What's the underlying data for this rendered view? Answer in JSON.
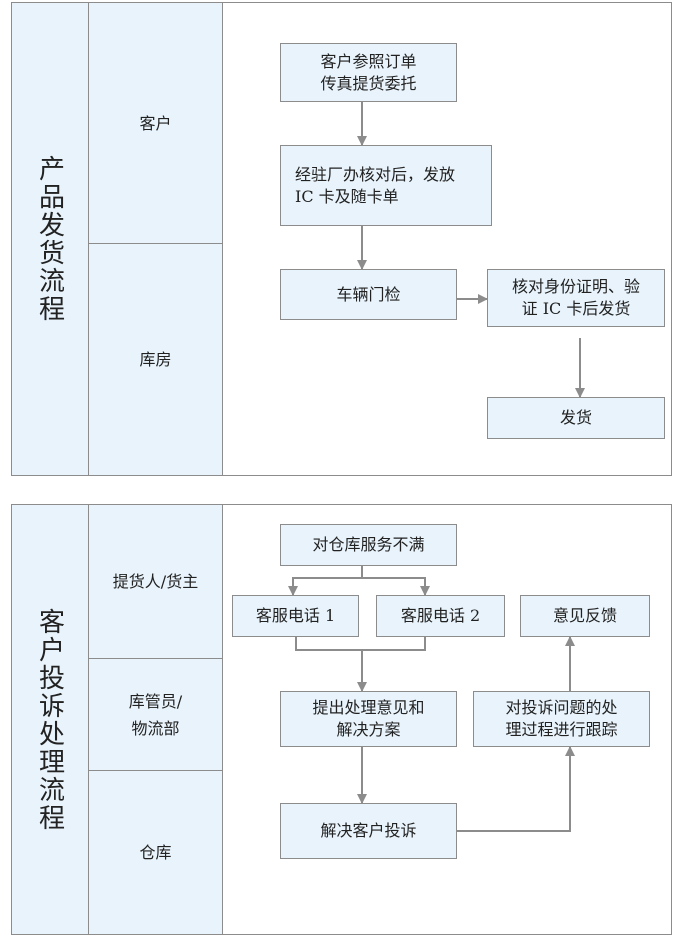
{
  "panels": [
    {
      "title": "产品发货流程",
      "roles": [
        "客户",
        "库房"
      ],
      "steps": {
        "fax_order": "客户参照订单\n传真提货委托",
        "verify_issue_card": "经驻厂办核对后，发放\nIC 卡及随卡单",
        "gate_check": "车辆门检",
        "verify_id_ship": "核对身份证明、验\n证 IC 卡后发货",
        "ship": "发货"
      }
    },
    {
      "title": "客户投诉处理流程",
      "roles": [
        "提货人/货主",
        "库管员/\n物流部",
        "仓库"
      ],
      "steps": {
        "dissatisfied": "对仓库服务不满",
        "hotline_1": "客服电话 1",
        "hotline_2": "客服电话 2",
        "feedback": "意见反馈",
        "propose_solution": "提出处理意见和\n解决方案",
        "track_process": "对投诉问题的处\n理过程进行跟踪",
        "resolve_complaint": "解决客户投诉"
      }
    }
  ],
  "colors": {
    "box_fill": "#e8f3fb",
    "border": "#8c8c8c",
    "connector": "#8c8c8c"
  }
}
